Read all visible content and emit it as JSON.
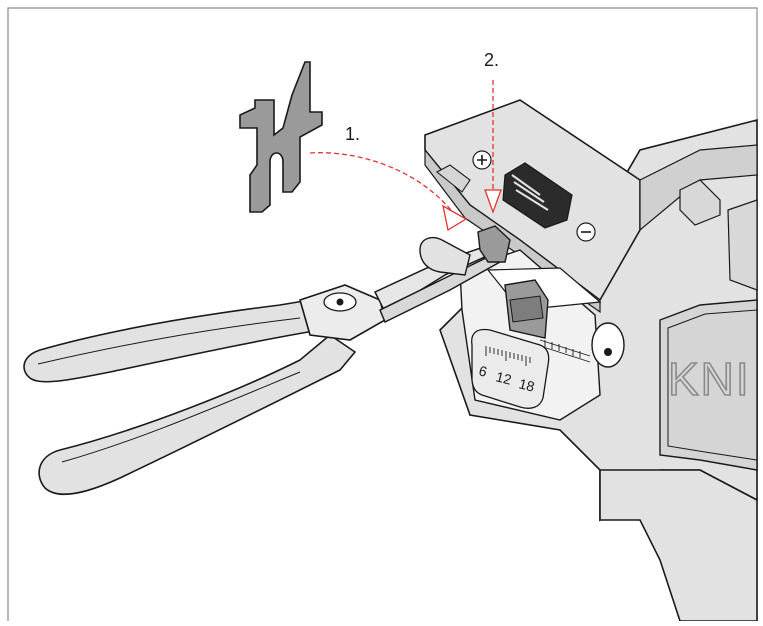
{
  "steps": {
    "step_1": "1.",
    "step_2": "2."
  },
  "scale": {
    "mark_6": "6",
    "mark_12": "12",
    "mark_18": "18"
  },
  "brand": {
    "text": "KNI"
  },
  "colors": {
    "outline": "#1a1a1a",
    "tool_body": "#e2e2e2",
    "tool_shade": "#c9c9c9",
    "blade_gray": "#9a9a9a",
    "arrow_red": "#e3342f",
    "frame": "#8c8c8c"
  }
}
